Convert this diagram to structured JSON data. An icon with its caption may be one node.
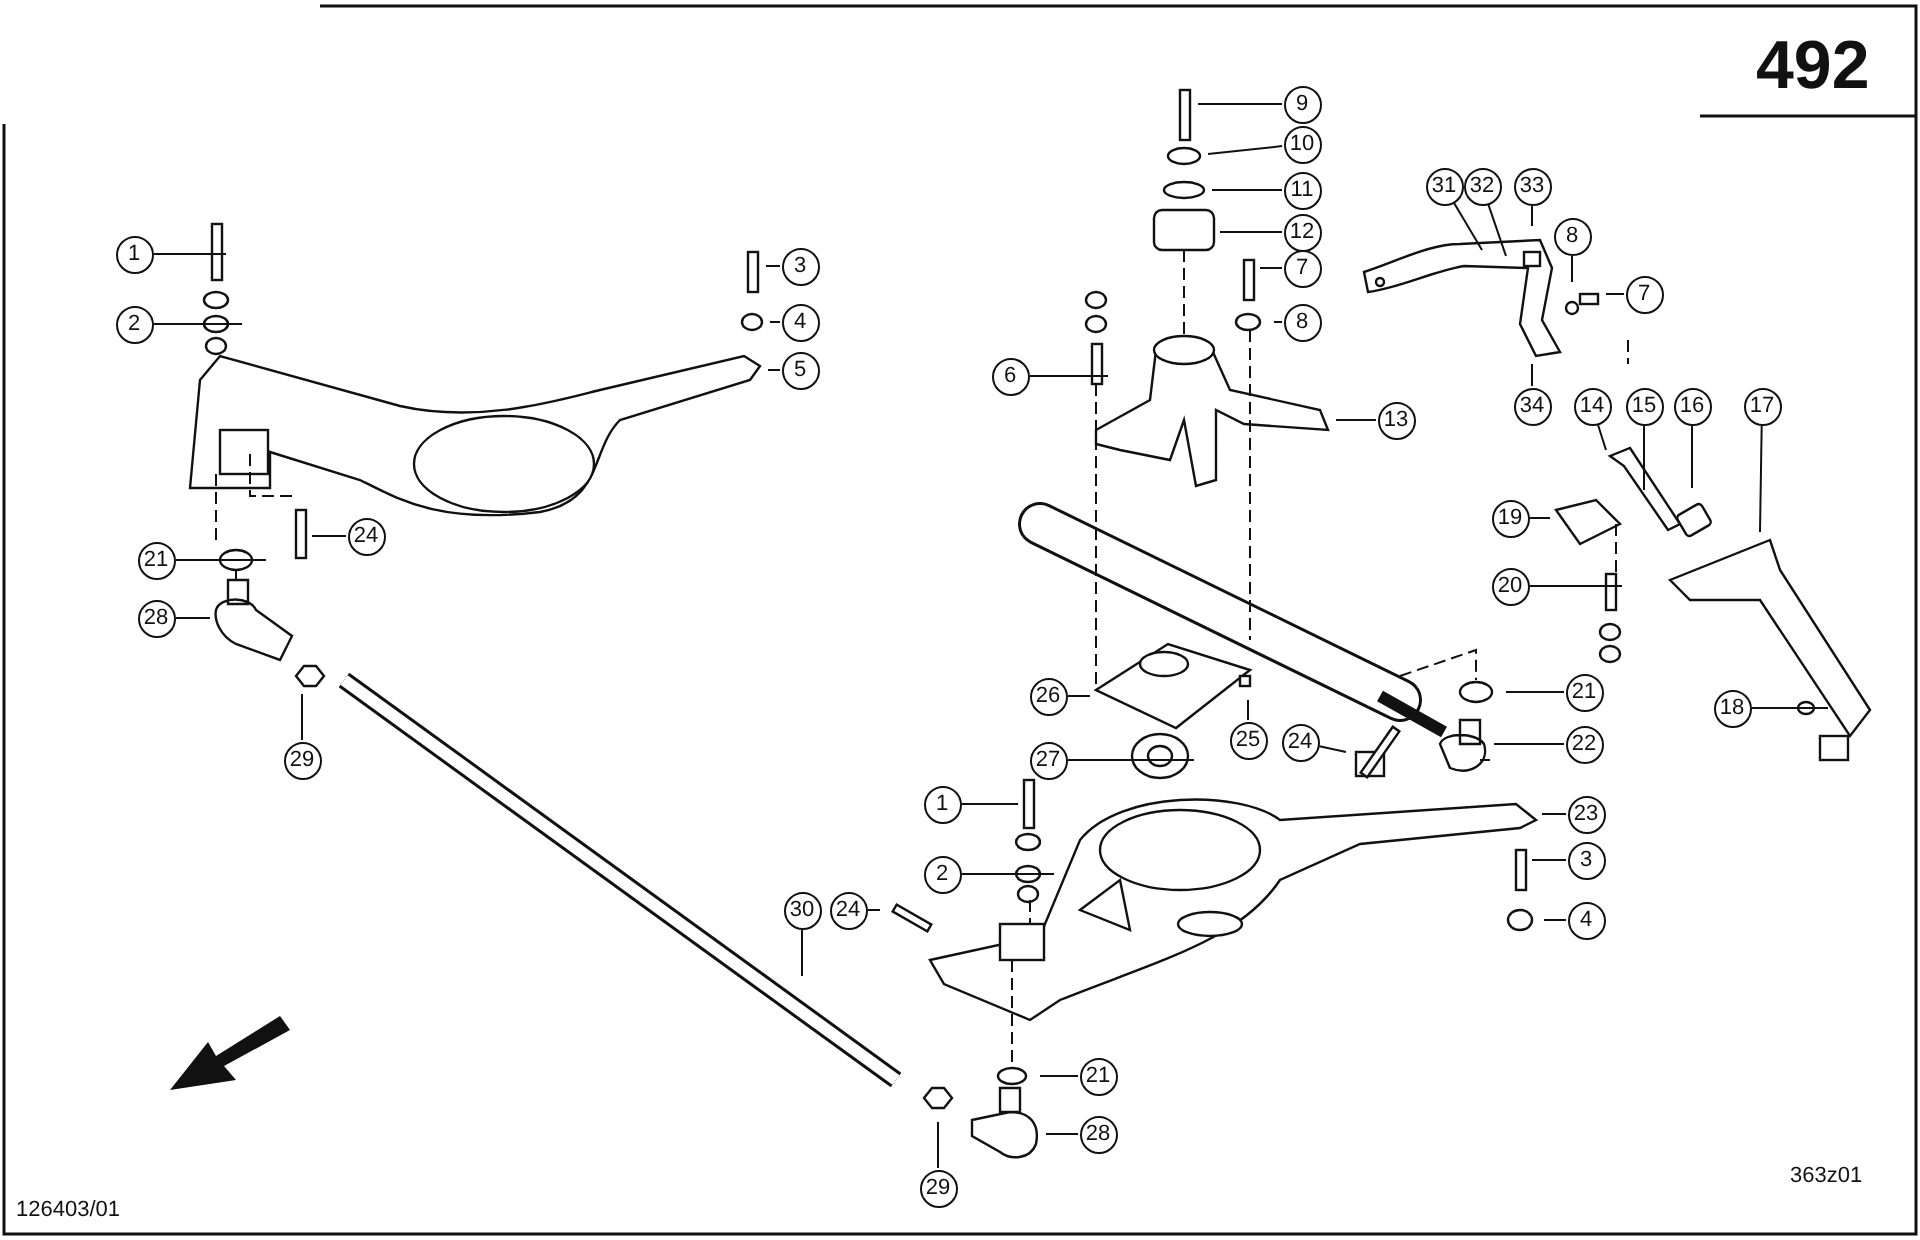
{
  "diagram": {
    "nodes": [
      {
        "text": [
          "9"
        ]
      },
      {
        "text": [
          "10"
        ]
      },
      {
        "text": [
          "11"
        ]
      },
      {
        "text": [
          "31"
        ]
      },
      {
        "text": [
          "32"
        ]
      },
      {
        "text": [
          "33"
        ]
      },
      {
        "text": [
          "12"
        ]
      },
      {
        "text": [
          "8"
        ]
      },
      {
        "text": [
          "1"
        ]
      },
      {
        "text": [
          "3"
        ]
      },
      {
        "text": [
          "7"
        ]
      },
      {
        "text": [
          "7"
        ]
      },
      {
        "text": [
          "2"
        ]
      },
      {
        "text": [
          "4"
        ]
      },
      {
        "text": [
          "8"
        ]
      },
      {
        "text": [
          "5"
        ]
      },
      {
        "text": [
          "6"
        ]
      },
      {
        "text": [
          "34"
        ]
      },
      {
        "text": [
          "14"
        ]
      },
      {
        "text": [
          "15"
        ]
      },
      {
        "text": [
          "16"
        ]
      },
      {
        "text": [
          "17"
        ]
      },
      {
        "text": [
          "13"
        ]
      },
      {
        "text": [
          "19"
        ]
      },
      {
        "text": [
          "24"
        ]
      },
      {
        "text": [
          "21"
        ]
      },
      {
        "text": [
          "20"
        ]
      },
      {
        "text": [
          "28"
        ]
      },
      {
        "text": [
          "21"
        ]
      },
      {
        "text": [
          "26"
        ]
      },
      {
        "text": [
          "18"
        ]
      },
      {
        "text": [
          "25"
        ]
      },
      {
        "text": [
          "24"
        ]
      },
      {
        "text": [
          "22"
        ]
      },
      {
        "text": [
          "29"
        ]
      },
      {
        "text": [
          "27"
        ]
      },
      {
        "text": [
          "1"
        ]
      },
      {
        "text": [
          "23"
        ]
      },
      {
        "text": [
          "3"
        ]
      },
      {
        "text": [
          "2"
        ]
      },
      {
        "text": [
          "30"
        ]
      },
      {
        "text": [
          "24"
        ]
      },
      {
        "text": [
          "4"
        ]
      },
      {
        "text": [
          "21"
        ]
      },
      {
        "text": [
          "28"
        ]
      },
      {
        "text": [
          "29"
        ]
      }
    ],
    "edges": [
      {
        "from": 0,
        "to": null,
        "arrow": "none"
      },
      {
        "from": 1,
        "to": null,
        "arrow": "none"
      },
      {
        "from": 2,
        "to": null,
        "arrow": "none"
      },
      {
        "from": 3,
        "to": null,
        "arrow": "none"
      },
      {
        "from": 4,
        "to": null,
        "arrow": "none"
      },
      {
        "from": 5,
        "to": null,
        "arrow": "none"
      },
      {
        "from": 6,
        "to": null,
        "arrow": "none"
      },
      {
        "from": 7,
        "to": null,
        "arrow": "none"
      },
      {
        "from": 8,
        "to": null,
        "arrow": "none"
      },
      {
        "from": 9,
        "to": null,
        "arrow": "none"
      },
      {
        "from": 10,
        "to": null,
        "arrow": "none"
      },
      {
        "from": 11,
        "to": null,
        "arrow": "none"
      },
      {
        "from": 12,
        "to": null,
        "arrow": "none"
      },
      {
        "from": 13,
        "to": null,
        "arrow": "none"
      },
      {
        "from": 14,
        "to": null,
        "arrow": "none"
      },
      {
        "from": 15,
        "to": null,
        "arrow": "none"
      },
      {
        "from": 16,
        "to": null,
        "arrow": "none"
      },
      {
        "from": 17,
        "to": null,
        "arrow": "none"
      },
      {
        "from": 18,
        "to": null,
        "arrow": "none"
      },
      {
        "from": 19,
        "to": null,
        "arrow": "none"
      },
      {
        "from": 20,
        "to": null,
        "arrow": "none"
      },
      {
        "from": 21,
        "to": null,
        "arrow": "none"
      },
      {
        "from": 22,
        "to": null,
        "arrow": "none"
      },
      {
        "from": 23,
        "to": null,
        "arrow": "none"
      },
      {
        "from": 24,
        "to": null,
        "arrow": "none"
      },
      {
        "from": 25,
        "to": null,
        "arrow": "none"
      },
      {
        "from": 26,
        "to": null,
        "arrow": "none"
      },
      {
        "from": 27,
        "to": null,
        "arrow": "none"
      },
      {
        "from": 28,
        "to": null,
        "arrow": "none"
      },
      {
        "from": 29,
        "to": null,
        "arrow": "none"
      },
      {
        "from": 30,
        "to": null,
        "arrow": "none"
      },
      {
        "from": 31,
        "to": null,
        "arrow": "none"
      },
      {
        "from": 32,
        "to": null,
        "arrow": "none"
      },
      {
        "from": 33,
        "to": null,
        "arrow": "none"
      },
      {
        "from": 34,
        "to": null,
        "arrow": "none"
      },
      {
        "from": 35,
        "to": null,
        "arrow": "none"
      },
      {
        "from": 36,
        "to": null,
        "arrow": "none"
      },
      {
        "from": 37,
        "to": null,
        "arrow": "none"
      },
      {
        "from": 38,
        "to": null,
        "arrow": "none"
      },
      {
        "from": 39,
        "to": null,
        "arrow": "none"
      },
      {
        "from": 40,
        "to": null,
        "arrow": "none"
      },
      {
        "from": 41,
        "to": null,
        "arrow": "none"
      },
      {
        "from": 42,
        "to": null,
        "arrow": "none"
      },
      {
        "from": 43,
        "to": null,
        "arrow": "none"
      },
      {
        "from": 44,
        "to": null,
        "arrow": "none"
      },
      {
        "from": 45,
        "to": null,
        "arrow": "none"
      }
    ],
    "labels": [
      "492",
      "126403/01",
      "363z01"
    ]
  }
}
